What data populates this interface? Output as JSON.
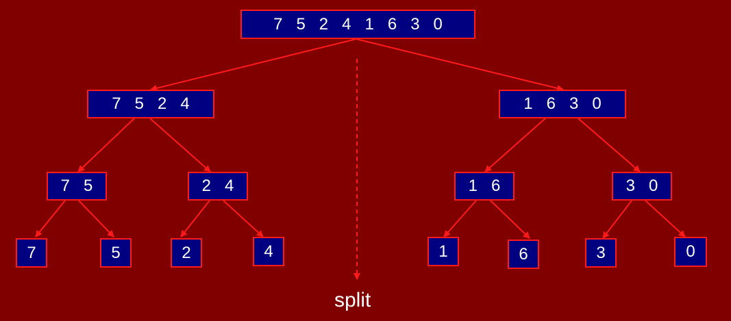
{
  "colors": {
    "background": "#800000",
    "node_fill": "#000080",
    "node_border": "#ff1a1a",
    "edge": "#ff1a1a",
    "text": "#ffffff"
  },
  "tree": {
    "root": "7 5 2 4 1 6 3 0",
    "level1": [
      "7 5 2 4",
      "1 6 3 0"
    ],
    "level2": [
      "7 5",
      "2 4",
      "1 6",
      "3 0"
    ],
    "leaves": [
      "7",
      "5",
      "2",
      "4",
      "1",
      "6",
      "3",
      "0"
    ]
  },
  "split_label": "split"
}
